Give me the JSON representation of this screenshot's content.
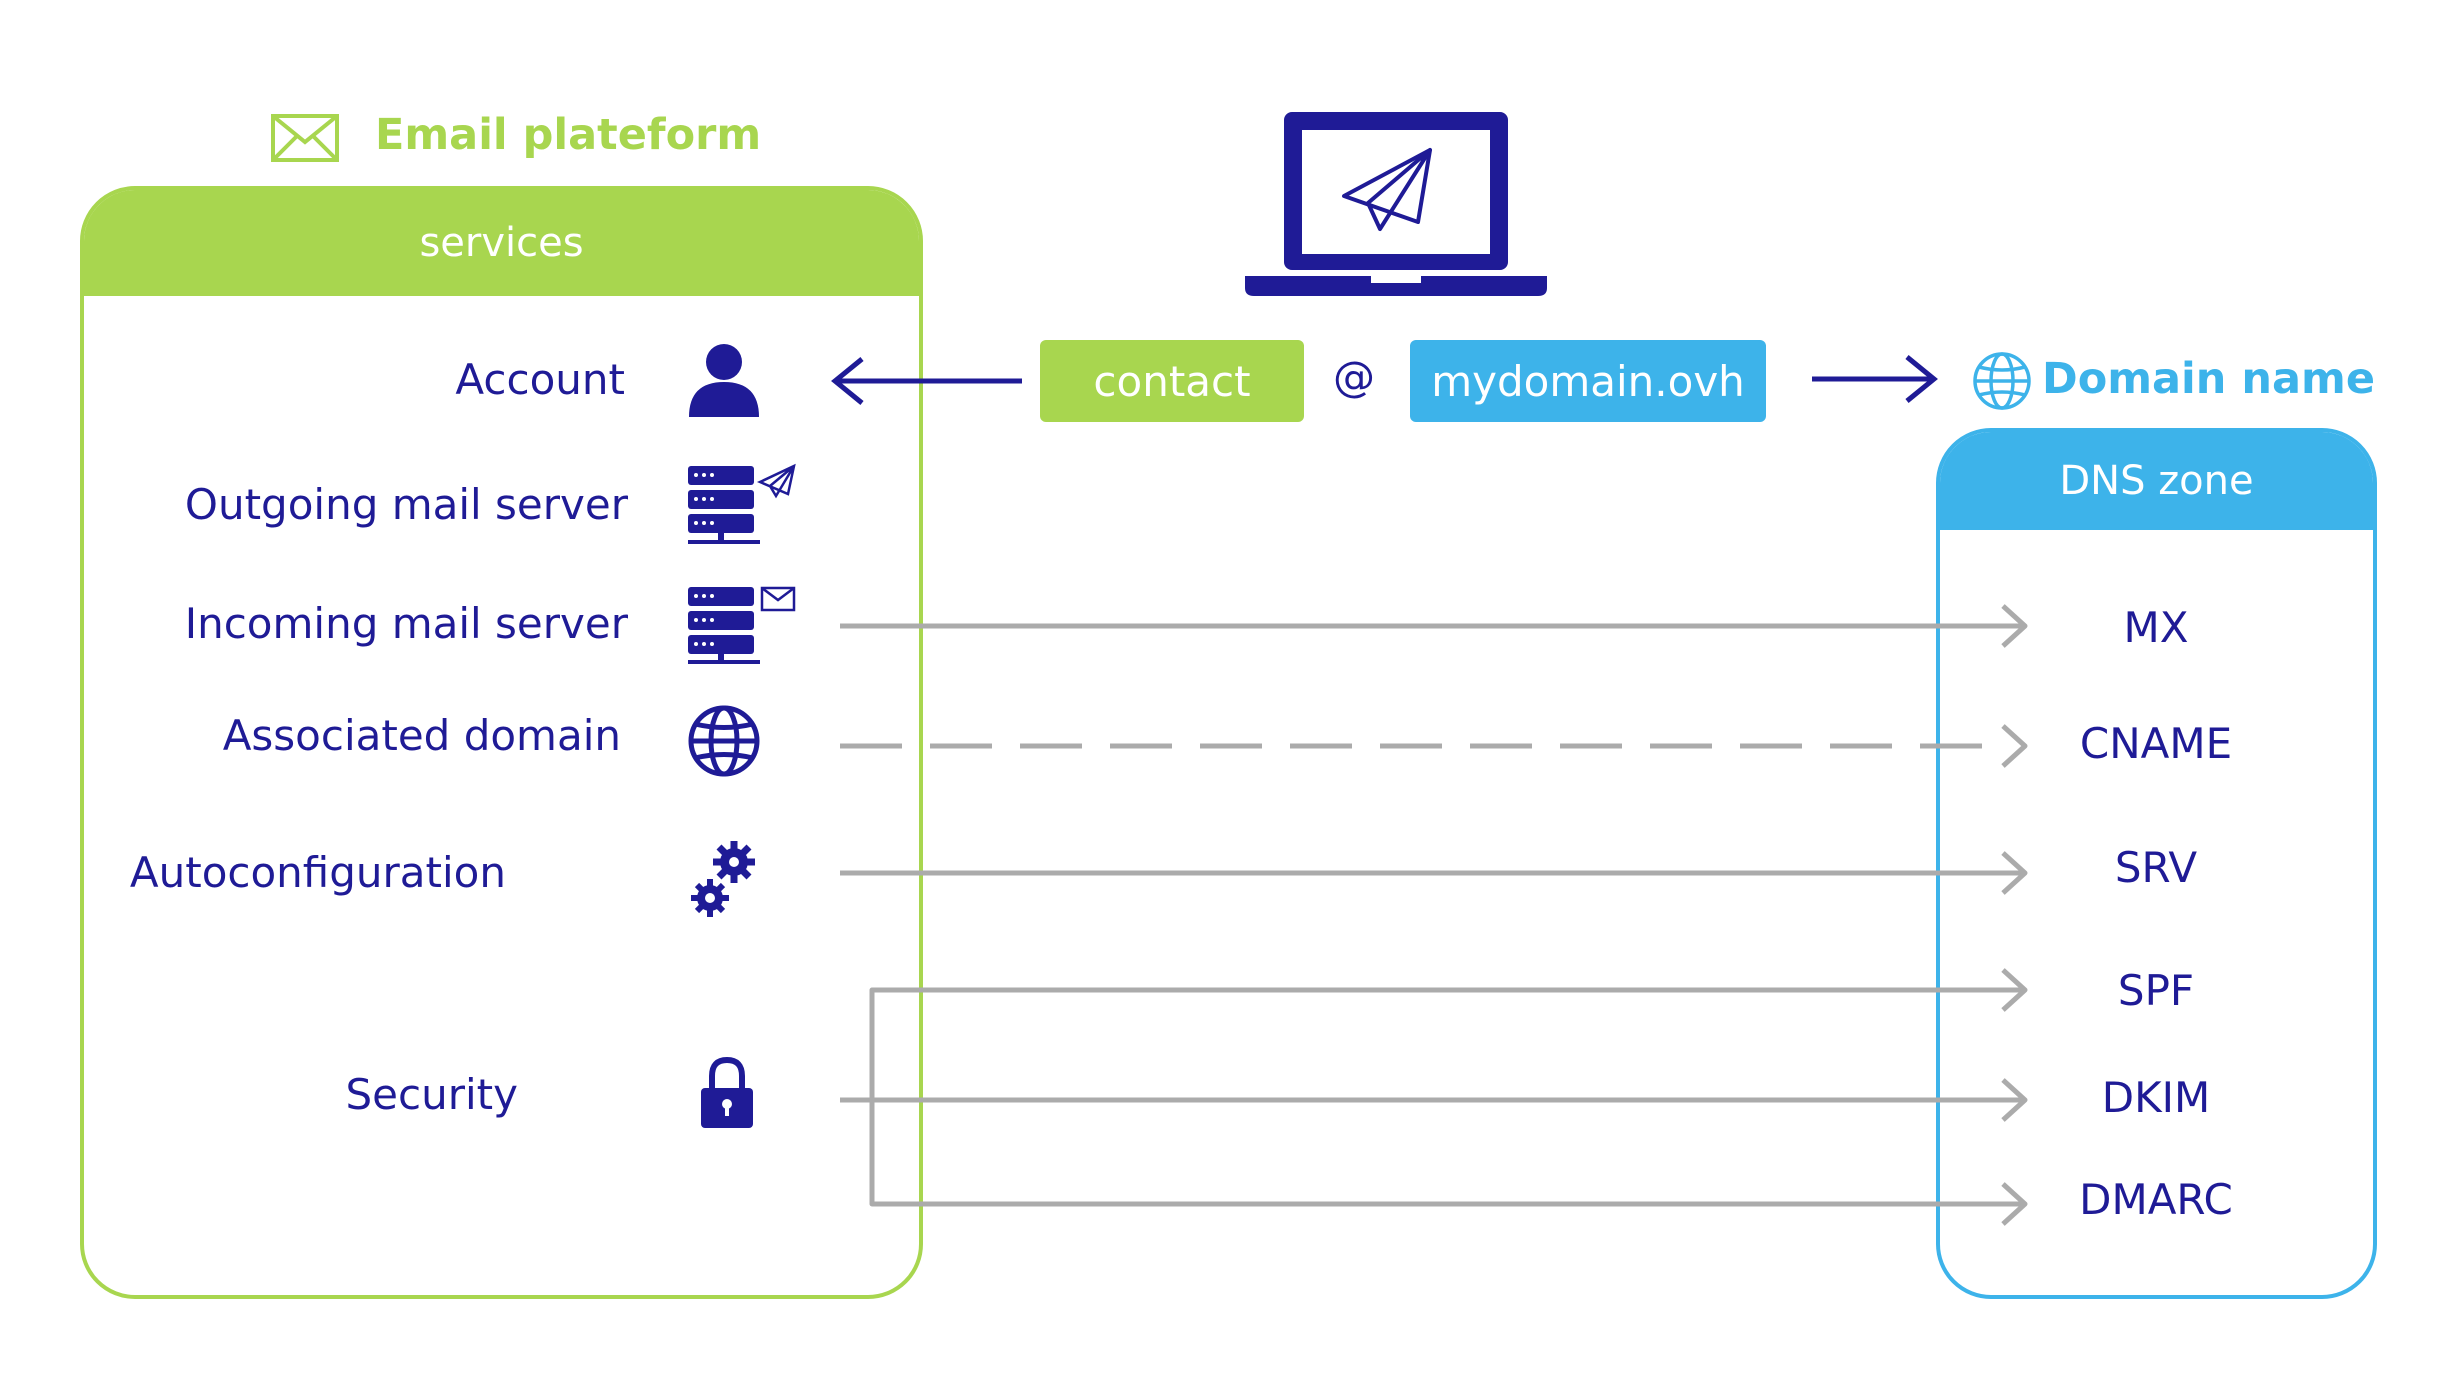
{
  "platform": {
    "title": "Email plateform",
    "header": "services"
  },
  "services": {
    "account": "Account",
    "outgoing": "Outgoing mail server",
    "incoming": "Incoming mail server",
    "associated": "Associated domain",
    "autoconfig": "Autoconfiguration",
    "security": "Security"
  },
  "address": {
    "local": "contact",
    "at": "@",
    "domain": "mydomain.ovh"
  },
  "domain": {
    "title": "Domain name"
  },
  "dns": {
    "header": "DNS zone",
    "records": {
      "mx": "MX",
      "cname": "CNAME",
      "srv": "SRV",
      "spf": "SPF",
      "dkim": "DKIM",
      "dmarc": "DMARC"
    }
  },
  "colors": {
    "green": "#a8d64f",
    "blue": "#3db3ea",
    "navy": "#1f1b96",
    "gray": "#ababab"
  },
  "icons": [
    "envelope-icon",
    "laptop-icon",
    "paper-plane-icon",
    "user-icon",
    "server-send-icon",
    "server-mail-icon",
    "globe-icon",
    "gears-icon",
    "padlock-icon"
  ]
}
